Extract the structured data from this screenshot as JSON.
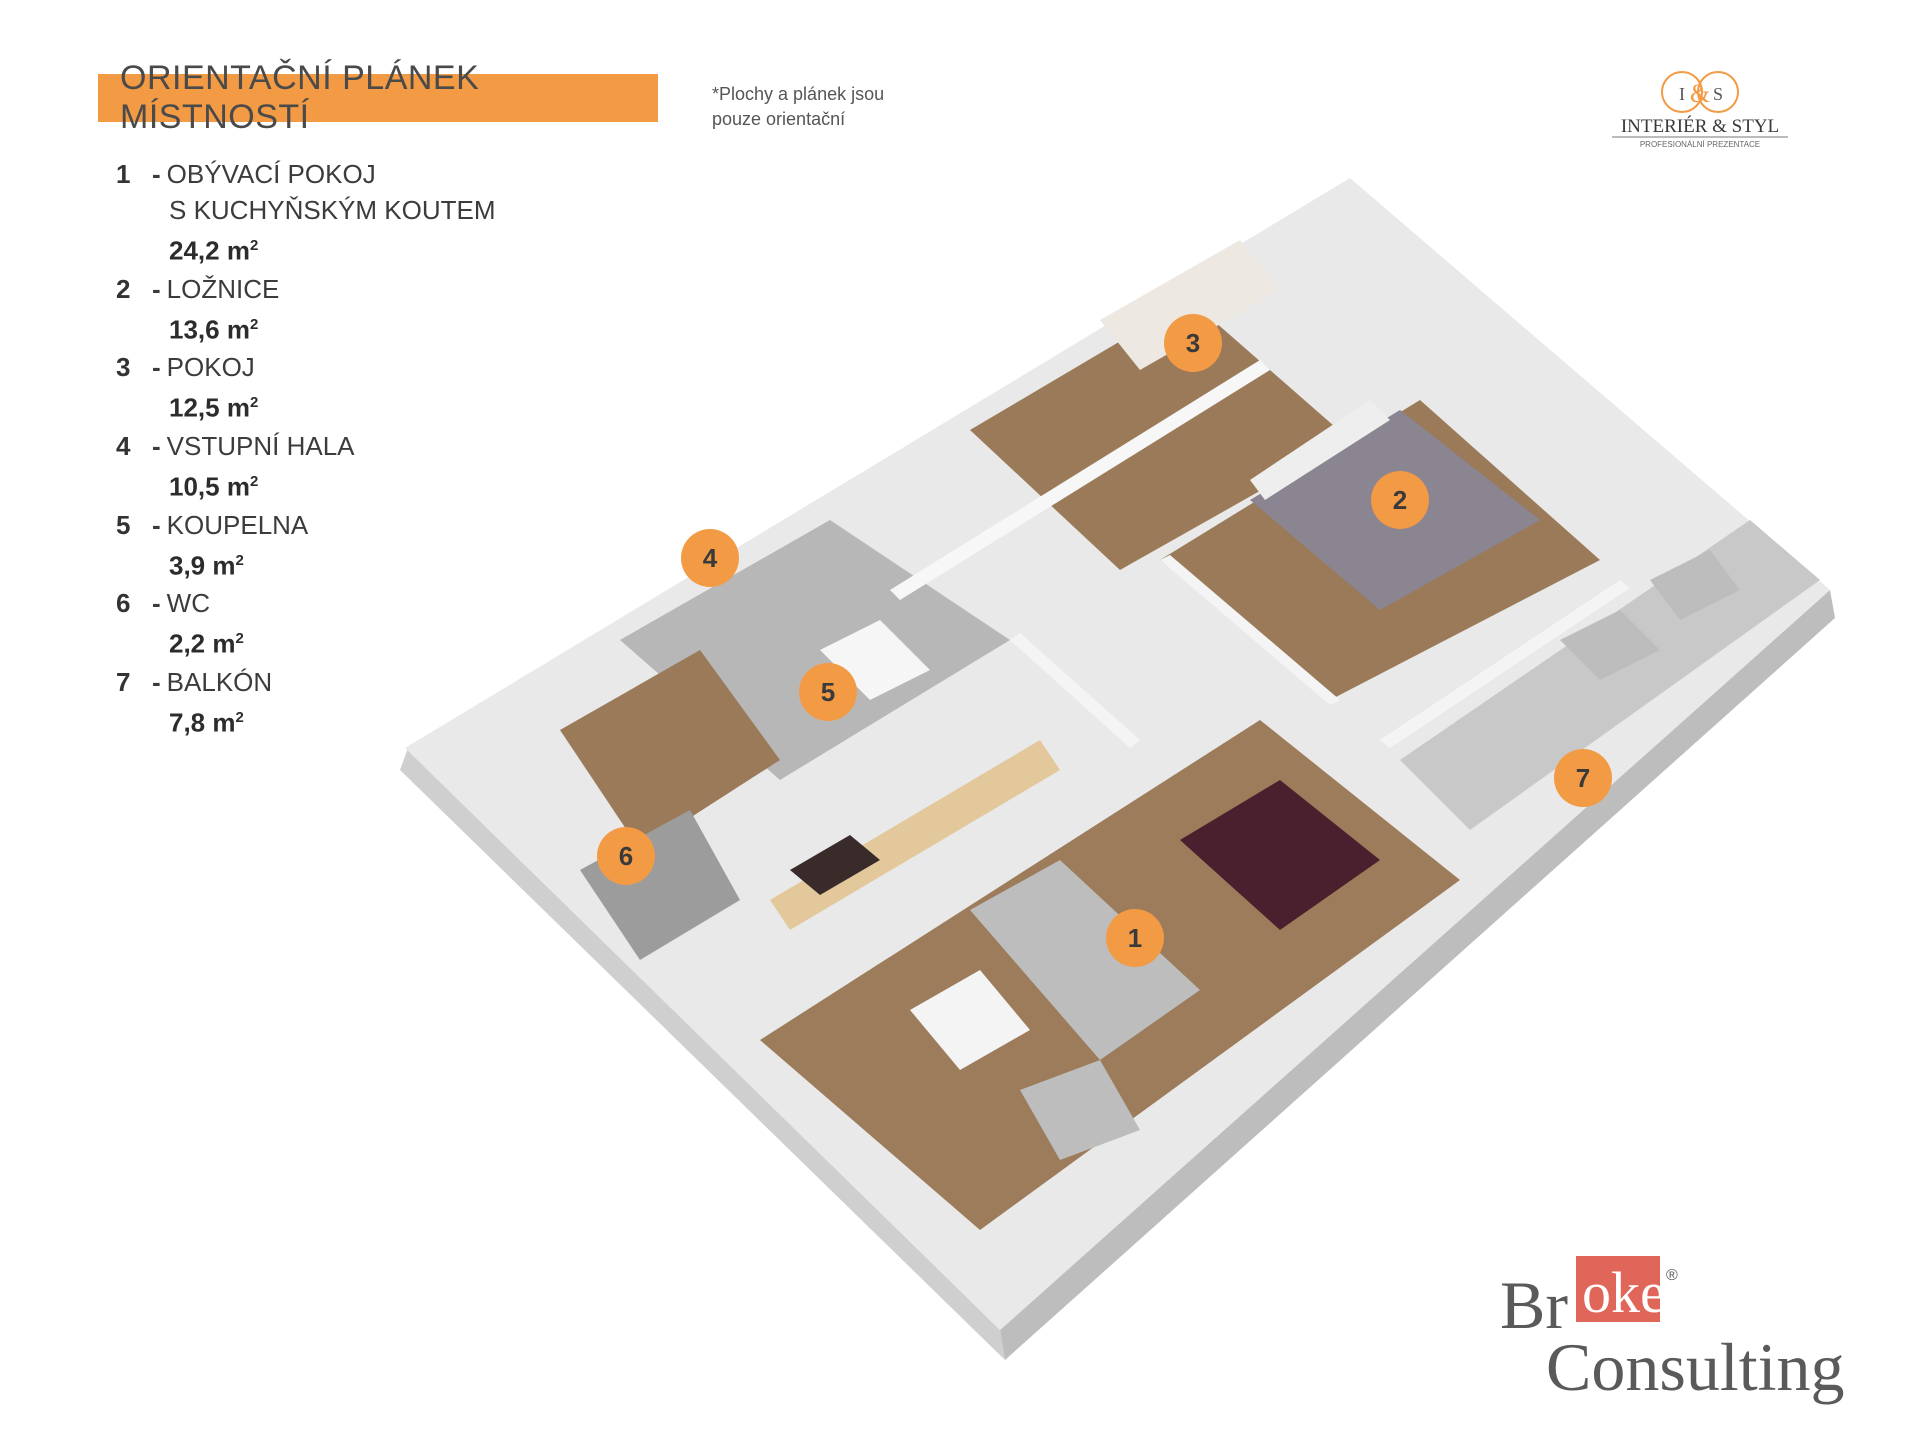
{
  "header": {
    "title": "ORIENTAČNÍ PLÁNEK MÍSTNOSTÍ",
    "note_line1": "*Plochy  a plánek jsou",
    "note_line2": "pouze orientační"
  },
  "legend": [
    {
      "num": "1",
      "name": "OBÝVACÍ POKOJ",
      "name2": "S KUCHYŇSKÝM KOUTEM",
      "area": "24,2 m",
      "unit_sup": "2"
    },
    {
      "num": "2",
      "name": "LOŽNICE",
      "name2": "",
      "area": "13,6 m",
      "unit_sup": "2"
    },
    {
      "num": "3",
      "name": "POKOJ",
      "name2": "",
      "area": "12,5 m",
      "unit_sup": "2"
    },
    {
      "num": "4",
      "name": "VSTUPNÍ HALA",
      "name2": "",
      "area": "10,5 m",
      "unit_sup": "2"
    },
    {
      "num": "5",
      "name": "KOUPELNA",
      "name2": "",
      "area": "3,9 m",
      "unit_sup": "2"
    },
    {
      "num": "6",
      "name": "WC",
      "name2": "",
      "area": "2,2 m",
      "unit_sup": "2"
    },
    {
      "num": "7",
      "name": "BALKÓN",
      "name2": "",
      "area": "7,8 m",
      "unit_sup": "2"
    }
  ],
  "markers": [
    "1",
    "2",
    "3",
    "4",
    "5",
    "6",
    "7"
  ],
  "logos": {
    "interier_mark_left": "I",
    "interier_mark_mid": "&",
    "interier_mark_right": "S",
    "interier_name": "INTERIÉR & STYL",
    "interier_tagline": "PROFESIONÁLNÍ PREZENTACE",
    "broker_line1_a": "Br",
    "broker_line1_b": "oker",
    "broker_line2": "Consulting",
    "broker_reg": "®"
  },
  "colors": {
    "accent": "#f39a45",
    "marker_text": "#3a3a3a",
    "floor_wood": "#9a7a58",
    "wall": "#e6e6e6",
    "broker_red": "#e1665a"
  }
}
